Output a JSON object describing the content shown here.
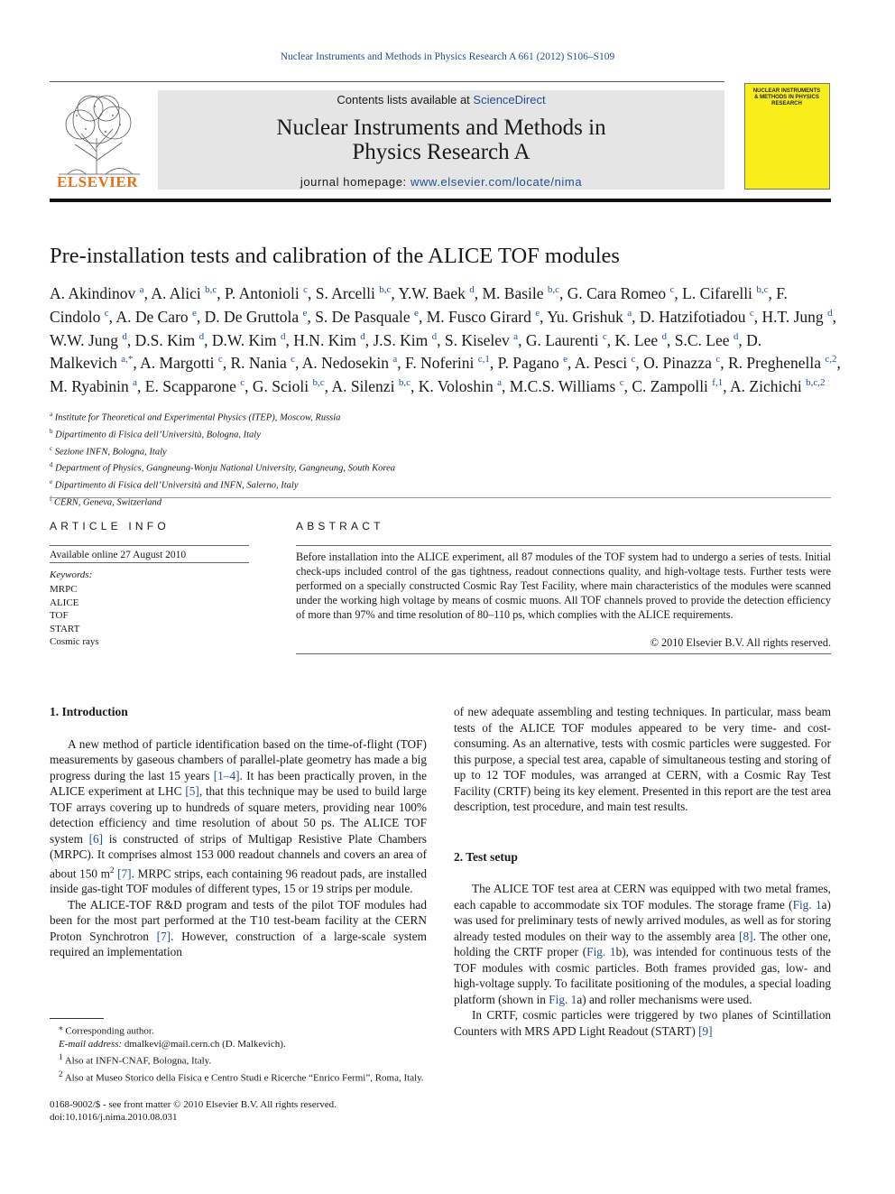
{
  "running_head": "Nuclear Instruments and Methods in Physics Research A 661 (2012) S106–S109",
  "banner": {
    "contents_prefix": "Contents lists available at ",
    "contents_link": "ScienceDirect",
    "journal_line1": "Nuclear Instruments and Methods in",
    "journal_line2": "Physics Research A",
    "home_prefix": "journal homepage: ",
    "home_link": "www.elsevier.com/locate/nima"
  },
  "publisher": "ELSEVIER",
  "cover_text": "NUCLEAR INSTRUMENTS & METHODS IN PHYSICS RESEARCH",
  "title": "Pre-installation tests and calibration of the ALICE TOF modules",
  "authors": [
    {
      "n": "A. Akindinov",
      "a": "a"
    },
    {
      "n": "A. Alici",
      "a": "b,c"
    },
    {
      "n": "P. Antonioli",
      "a": "c"
    },
    {
      "n": "S. Arcelli",
      "a": "b,c"
    },
    {
      "n": "Y.W. Baek",
      "a": "d"
    },
    {
      "n": "M. Basile",
      "a": "b,c"
    },
    {
      "n": "G. Cara Romeo",
      "a": "c"
    },
    {
      "n": "L. Cifarelli",
      "a": "b,c"
    },
    {
      "n": "F. Cindolo",
      "a": "c"
    },
    {
      "n": "A. De Caro",
      "a": "e"
    },
    {
      "n": "D. De Gruttola",
      "a": "e"
    },
    {
      "n": "S. De Pasquale",
      "a": "e"
    },
    {
      "n": "M. Fusco Girard",
      "a": "e"
    },
    {
      "n": "Yu. Grishuk",
      "a": "a"
    },
    {
      "n": "D. Hatzifotiadou",
      "a": "c"
    },
    {
      "n": "H.T. Jung",
      "a": "d"
    },
    {
      "n": "W.W. Jung",
      "a": "d"
    },
    {
      "n": "D.S. Kim",
      "a": "d"
    },
    {
      "n": "D.W. Kim",
      "a": "d"
    },
    {
      "n": "H.N. Kim",
      "a": "d"
    },
    {
      "n": "J.S. Kim",
      "a": "d"
    },
    {
      "n": "S. Kiselev",
      "a": "a"
    },
    {
      "n": "G. Laurenti",
      "a": "c"
    },
    {
      "n": "K. Lee",
      "a": "d"
    },
    {
      "n": "S.C. Lee",
      "a": "d"
    },
    {
      "n": "D. Malkevich",
      "a": "a,*"
    },
    {
      "n": "A. Margotti",
      "a": "c"
    },
    {
      "n": "R. Nania",
      "a": "c"
    },
    {
      "n": "A. Nedosekin",
      "a": "a"
    },
    {
      "n": "F. Noferini",
      "a": "c,1"
    },
    {
      "n": "P. Pagano",
      "a": "e"
    },
    {
      "n": "A. Pesci",
      "a": "c"
    },
    {
      "n": "O. Pinazza",
      "a": "c"
    },
    {
      "n": "R. Preghenella",
      "a": "c,2"
    },
    {
      "n": "M. Ryabinin",
      "a": "a"
    },
    {
      "n": "E. Scapparone",
      "a": "c"
    },
    {
      "n": "G. Scioli",
      "a": "b,c"
    },
    {
      "n": "A. Silenzi",
      "a": "b,c"
    },
    {
      "n": "K. Voloshin",
      "a": "a"
    },
    {
      "n": "M.C.S. Williams",
      "a": "c"
    },
    {
      "n": "C. Zampolli",
      "a": "f,1"
    },
    {
      "n": "A. Zichichi",
      "a": "b,c,2"
    }
  ],
  "affiliations": [
    {
      "k": "a",
      "t": "Institute for Theoretical and Experimental Physics (ITEP), Moscow, Russia"
    },
    {
      "k": "b",
      "t": "Dipartimento di Fisica dell’Università, Bologna, Italy"
    },
    {
      "k": "c",
      "t": "Sezione INFN, Bologna, Italy"
    },
    {
      "k": "d",
      "t": "Department of Physics, Gangneung-Wonju National University, Gangneung, South Korea"
    },
    {
      "k": "e",
      "t": "Dipartimento di Fisica dell’Università and INFN, Salerno, Italy"
    },
    {
      "k": "f",
      "t": "CERN, Geneva, Switzerland"
    }
  ],
  "article_info": {
    "heading": "ARTICLE INFO",
    "available": "Available online 27 August 2010",
    "keywords_label": "Keywords:",
    "keywords": [
      "MRPC",
      "ALICE",
      "TOF",
      "START",
      "Cosmic rays"
    ]
  },
  "abstract": {
    "heading": "ABSTRACT",
    "text": "Before installation into the ALICE experiment, all 87 modules of the TOF system had to undergo a series of tests. Initial check-ups included control of the gas tightness, readout connections quality, and high-voltage tests. Further tests were performed on a specially constructed Cosmic Ray Test Facility, where main characteristics of the modules were scanned under the working high voltage by means of cosmic muons. All TOF channels proved to provide the detection efficiency of more than 97% and time resolution of 80–110 ps, which complies with the ALICE requirements.",
    "copyright": "© 2010 Elsevier B.V. All rights reserved."
  },
  "sections": {
    "intro_heading": "1.  Introduction",
    "setup_heading": "2.  Test setup"
  },
  "body": {
    "l1a": "A new method of particle identification based on the time-of-flight (TOF) measurements by gaseous chambers of parallel-plate geometry has made a big progress during the last 15 years ",
    "l1b": "[1–4]",
    "l1c": ". It has been practically proven, in the ALICE experiment at LHC ",
    "l1d": "[5]",
    "l1e": ", that this technique may be used to build large TOF arrays covering up to hundreds of square meters, providing near 100% detection efficiency and time resolution of about 50 ps. The ALICE TOF system ",
    "l1f": "[6]",
    "l1g": " is constructed of strips of Multigap Resistive Plate Chambers (MRPC). It comprises almost 153 000 readout channels and covers an area of about 150 m",
    "l1sup": "2",
    "l1h": " ",
    "l1i": "[7]",
    "l1j": ". MRPC strips, each containing 96 readout pads, are installed inside gas-tight TOF modules of different types, 15 or 19 strips per module.",
    "l2a": "The ALICE-TOF R&D program and tests of the pilot TOF modules had been for the most part performed at the T10 test-beam facility at the CERN Proton Synchrotron ",
    "l2b": "[7]",
    "l2c": ". However, construction of a large-scale system required an implementation",
    "r1": "of new adequate assembling and testing techniques. In particular, mass beam tests of the ALICE TOF modules appeared to be very time- and cost-consuming. As an alternative, tests with cosmic particles were suggested. For this purpose, a special test area, capable of simultaneous testing and storing of up to 12 TOF modules, was arranged at CERN, with a Cosmic Ray Test Facility (CRTF) being its key element. Presented in this report are the test area description, test procedure, and main test results.",
    "r2a": "The ALICE TOF test area at CERN was equipped with two metal frames, each capable to accommodate six TOF modules. The storage frame (",
    "r2b": "Fig. 1",
    "r2c": "a) was used for preliminary tests of newly arrived modules, as well as for storing already tested modules on their way to the assembly area ",
    "r2d": "[8]",
    "r2e": ". The other one, holding the CRTF proper (",
    "r2f": "Fig. 1",
    "r2g": "b), was intended for continuous tests of the TOF modules with cosmic particles. Both frames provided gas, low- and high-voltage supply. To facilitate positioning of the modules, a special loading platform (shown in ",
    "r2h": "Fig. 1",
    "r2i": "a) and roller mechanisms were used.",
    "r3a": "In CRTF, cosmic particles were triggered by two planes of Scintillation Counters with MRS APD Light Readout (START) ",
    "r3b": "[9]"
  },
  "footnotes": {
    "corr": "Corresponding author.",
    "email_label": "E-mail address: ",
    "email": "dmalkevi@mail.cern.ch (D. Malkevich).",
    "fn1": "Also at INFN-CNAF, Bologna, Italy.",
    "fn2": "Also at Museo Storico della Fisica e Centro Studi e Ricerche “Enrico Fermi”, Roma, Italy."
  },
  "issn": "0168-9002/$ - see front matter © 2010 Elsevier B.V. All rights reserved.",
  "doi": "doi:10.1016/j.nima.2010.08.031",
  "colors": {
    "link": "#1f4f96",
    "elsevier_orange": "#e8701a",
    "cover_yellow": "#f7ee1a"
  }
}
